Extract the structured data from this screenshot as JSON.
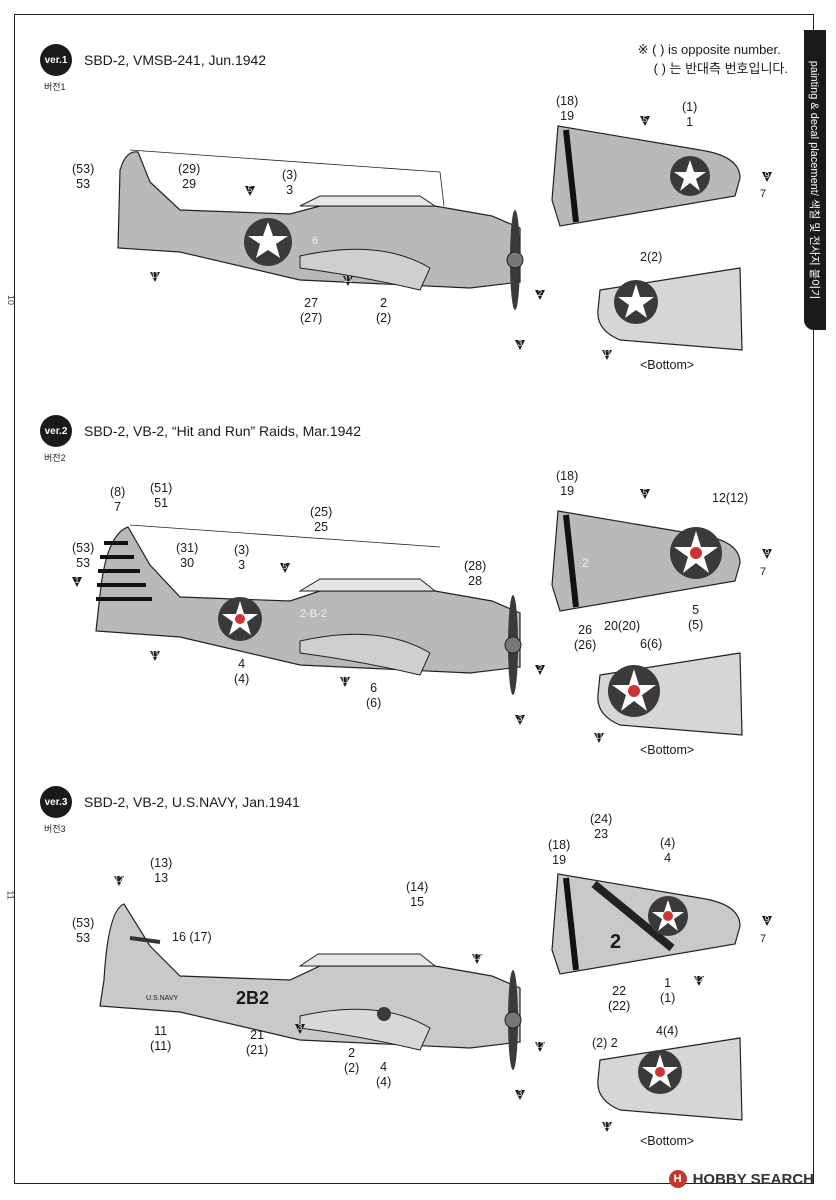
{
  "side_tab": "painting & decal placement/ 색칠 및 전사지 붙이기",
  "page_numbers": [
    "10",
    "11"
  ],
  "note": {
    "line1": "※ ( ) is opposite number.",
    "line2": "( ) 는 반대측 번호입니다."
  },
  "bottom_label": "<Bottom>",
  "watermark": "HOBBY SEARCH",
  "colors": {
    "aircraft": "#b9b9b9",
    "panel": "#d6d6d6",
    "roundel_blue": "#3a3a3a",
    "ink": "#1a1a1a"
  },
  "sections": [
    {
      "badge": "ver.1",
      "badge_ko": "버전1",
      "title": "SBD-2, VMSB-241, Jun.1942",
      "labels": {
        "tail_a": "(53)\n53",
        "tail_b": "(29)\n29",
        "fuse": "(3)\n3",
        "under": "27\n(27)",
        "wing": "2\n(2)",
        "top_wing_a": "(18)\n19",
        "top_wing_b": "(1)\n1",
        "bot_wing": "2(2)"
      },
      "arrows": {
        "a": "5",
        "b": "11",
        "c": "11",
        "d": "2",
        "e": "3",
        "f": "5",
        "g": "9",
        "h": "7",
        "i": "11"
      },
      "fuselage_code": "6"
    },
    {
      "badge": "ver.2",
      "badge_ko": "버전2",
      "title": "SBD-2, VB-2, “Hit and Run” Raids, Mar.1942",
      "labels": {
        "tail_a": "(8)\n7",
        "tail_b": "(51)\n51",
        "tail_c": "(53)\n53",
        "tail_d": "(31)\n30",
        "fuse": "(3)\n3",
        "fuse_b": "(25)\n25",
        "nose": "(28)\n28",
        "under": "4\n(4)",
        "wing": "6\n(6)",
        "top_wing_a": "(18)\n19",
        "top_wing_b": "12(12)",
        "top_wing_c": "26\n(26)",
        "top_wing_d": "5\n(5)",
        "bot_wing": "20(20)",
        "bot_wing_b": "6(6)"
      },
      "arrows": {
        "a": "1",
        "b": "5",
        "c": "11",
        "d": "11",
        "e": "2",
        "f": "3",
        "g": "5",
        "h": "9",
        "i": "7",
        "j": "11"
      },
      "fuselage_code": "2-B-2"
    },
    {
      "badge": "ver.3",
      "badge_ko": "버전3",
      "title": "SBD-2, VB-2, U.S.NAVY, Jan.1941",
      "labels": {
        "tail_a": "(13)\n13",
        "tail_b": "(53)\n53",
        "tail_c": "16 (17)",
        "nose": "(14)\n15",
        "under_a": "11\n(11)",
        "under_b": "21\n(21)",
        "wing": "2\n(2)",
        "wing_b": "4\n(4)",
        "top_wing_a": "(18)\n19",
        "top_wing_b": "(24)\n23",
        "top_wing_c": "(4)\n4",
        "top_wing_d": "22\n(22)",
        "top_wing_e": "1\n(1)",
        "bot_wing": "(2) 2",
        "bot_wing_b": "4(4)"
      },
      "arrows": {
        "a": "12",
        "b": "12",
        "c": "3",
        "d": "12",
        "e": "3",
        "f": "9",
        "g": "7",
        "h": "12",
        "i": "11"
      },
      "fuselage_code": "2B2",
      "fuselage_navy": "U.S.NAVY",
      "wing_code": "2"
    }
  ]
}
